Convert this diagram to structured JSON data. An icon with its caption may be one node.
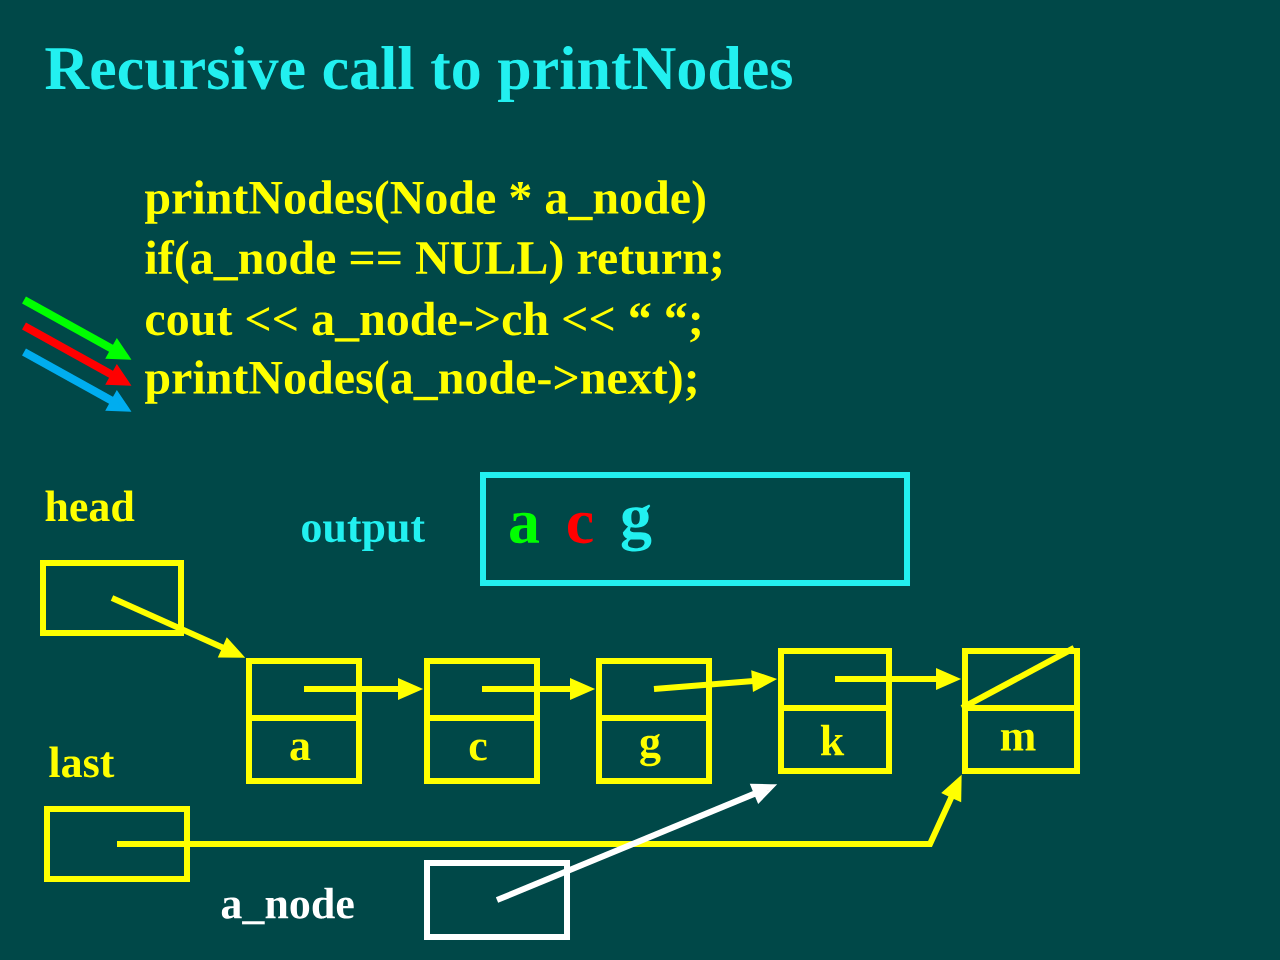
{
  "diagram": {
    "title": "Recursive call to printNodes",
    "nodes": [
      {
        "text": [
          "head"
        ]
      },
      {
        "text": [
          "last"
        ]
      },
      {
        "text": [
          "a_node"
        ]
      },
      {
        "text": [
          "output",
          "a",
          "c",
          "g"
        ]
      },
      {
        "text": [
          "a"
        ]
      },
      {
        "text": [
          "c"
        ]
      },
      {
        "text": [
          "g"
        ]
      },
      {
        "text": [
          "k"
        ]
      },
      {
        "text": [
          "m"
        ]
      }
    ],
    "edges": [
      {
        "from": 0,
        "to": 4,
        "arrow": "to"
      },
      {
        "from": 4,
        "to": 5,
        "arrow": "to"
      },
      {
        "from": 5,
        "to": 6,
        "arrow": "to"
      },
      {
        "from": 6,
        "to": 7,
        "arrow": "to"
      },
      {
        "from": 7,
        "to": 8,
        "arrow": "to"
      },
      {
        "from": 1,
        "to": 8,
        "arrow": "to"
      },
      {
        "from": 2,
        "to": 7,
        "arrow": "to",
        "color": "#ffffff"
      }
    ],
    "labels": [
      "printNodes(Node * a_node)",
      "if(a_node == NULL) return;",
      "cout << a_node->ch << “ “;",
      "printNodes(a_node->next);"
    ]
  }
}
